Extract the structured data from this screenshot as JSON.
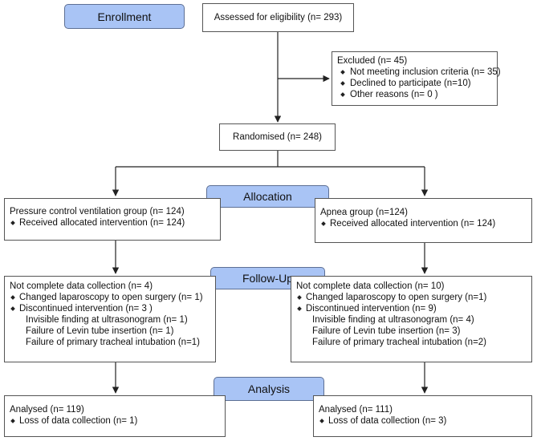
{
  "stages": {
    "enrollment": "Enrollment",
    "allocation": "Allocation",
    "followup": "Follow-Up",
    "analysis": "Analysis"
  },
  "assessed": "Assessed for eligibility (n= 293)",
  "excluded": {
    "title": "Excluded (n= 45)",
    "items": [
      "Not meeting inclusion criteria (n= 35)",
      "Declined to participate (n=10)",
      "Other reasons (n= 0 )"
    ]
  },
  "randomised": "Randomised (n= 248)",
  "pcv": {
    "allocation_title": "Pressure control ventilation group (n= 124)",
    "allocation_item": "Received allocated intervention (n= 124)",
    "followup_title": "Not complete data collection (n= 4)",
    "followup_items": [
      "Changed laparoscopy to open surgery (n= 1)",
      "Discontinued intervention (n= 3 )"
    ],
    "followup_sub": [
      "Invisible finding at ultrasonogram (n= 1)",
      "Failure of Levin tube insertion (n= 1)",
      "Failure of primary tracheal intubation (n=1)"
    ],
    "analysis_title": "Analysed (n= 119)",
    "analysis_item": "Loss of data collection (n= 1)"
  },
  "apnea": {
    "allocation_title": "Apnea group (n=124)",
    "allocation_item": "Received allocated intervention (n= 124)",
    "followup_title": "Not complete data collection (n= 10)",
    "followup_items": [
      "Changed laparoscopy to open surgery (n=1)",
      "Discontinued intervention (n= 9)"
    ],
    "followup_sub": [
      "Invisible finding at ultrasonogram (n= 4)",
      "Failure of Levin tube insertion (n= 3)",
      "Failure of primary tracheal intubation (n=2)"
    ],
    "analysis_title": "Analysed (n= 111)",
    "analysis_item": "Loss of data collection (n= 3)"
  }
}
